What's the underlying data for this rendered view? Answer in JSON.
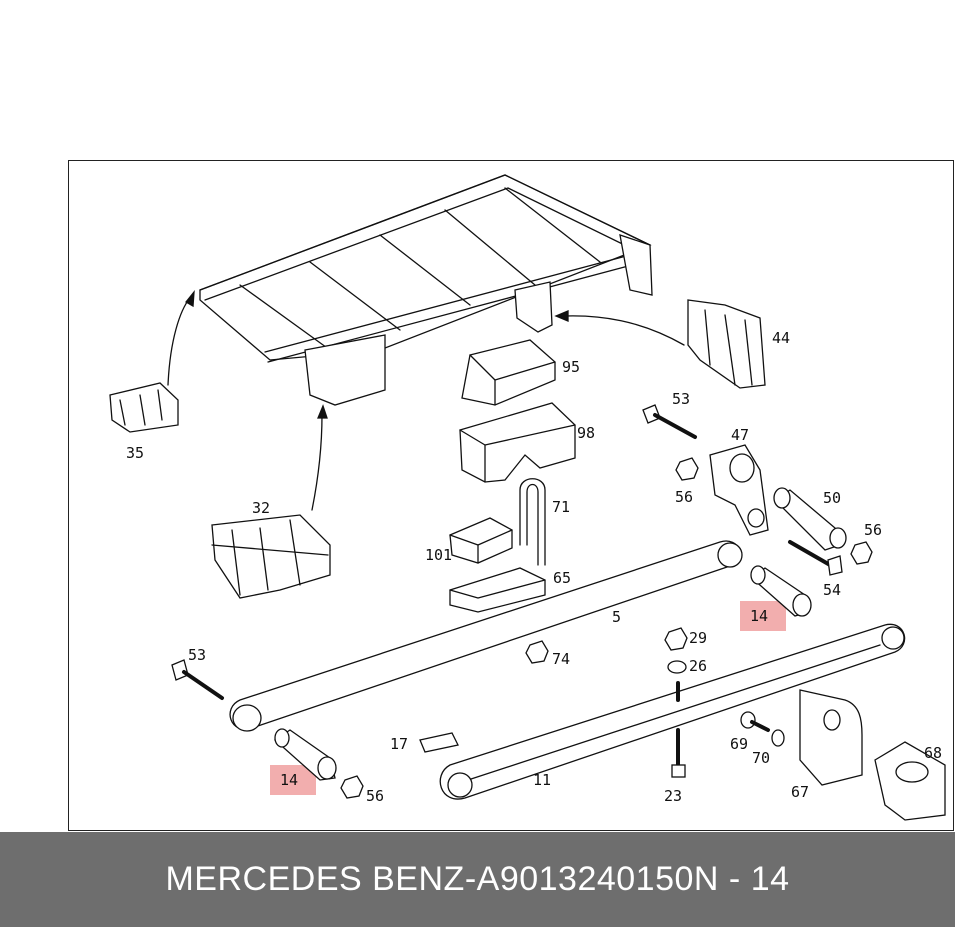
{
  "footer": {
    "brand": "MERCEDES BENZ",
    "separator": "-",
    "part_number": "A9013240150",
    "position_label": "N - 14"
  },
  "highlight_color": "#f0a0a0",
  "callouts": {
    "c95": "95",
    "c98": "98",
    "c71": "71",
    "c101": "101",
    "c65": "65",
    "c35": "35",
    "c32": "32",
    "c44": "44",
    "c53a": "53",
    "c47": "47",
    "c56a": "56",
    "c50": "50",
    "c56b": "56",
    "c54": "54",
    "c14a": "14",
    "c5": "5",
    "c29": "29",
    "c26": "26",
    "c74": "74",
    "c53b": "53",
    "c17": "17",
    "c11": "11",
    "c69": "69",
    "c70": "70",
    "c68": "68",
    "c67": "67",
    "c23": "23",
    "c14b": "14",
    "c56c": "56"
  }
}
